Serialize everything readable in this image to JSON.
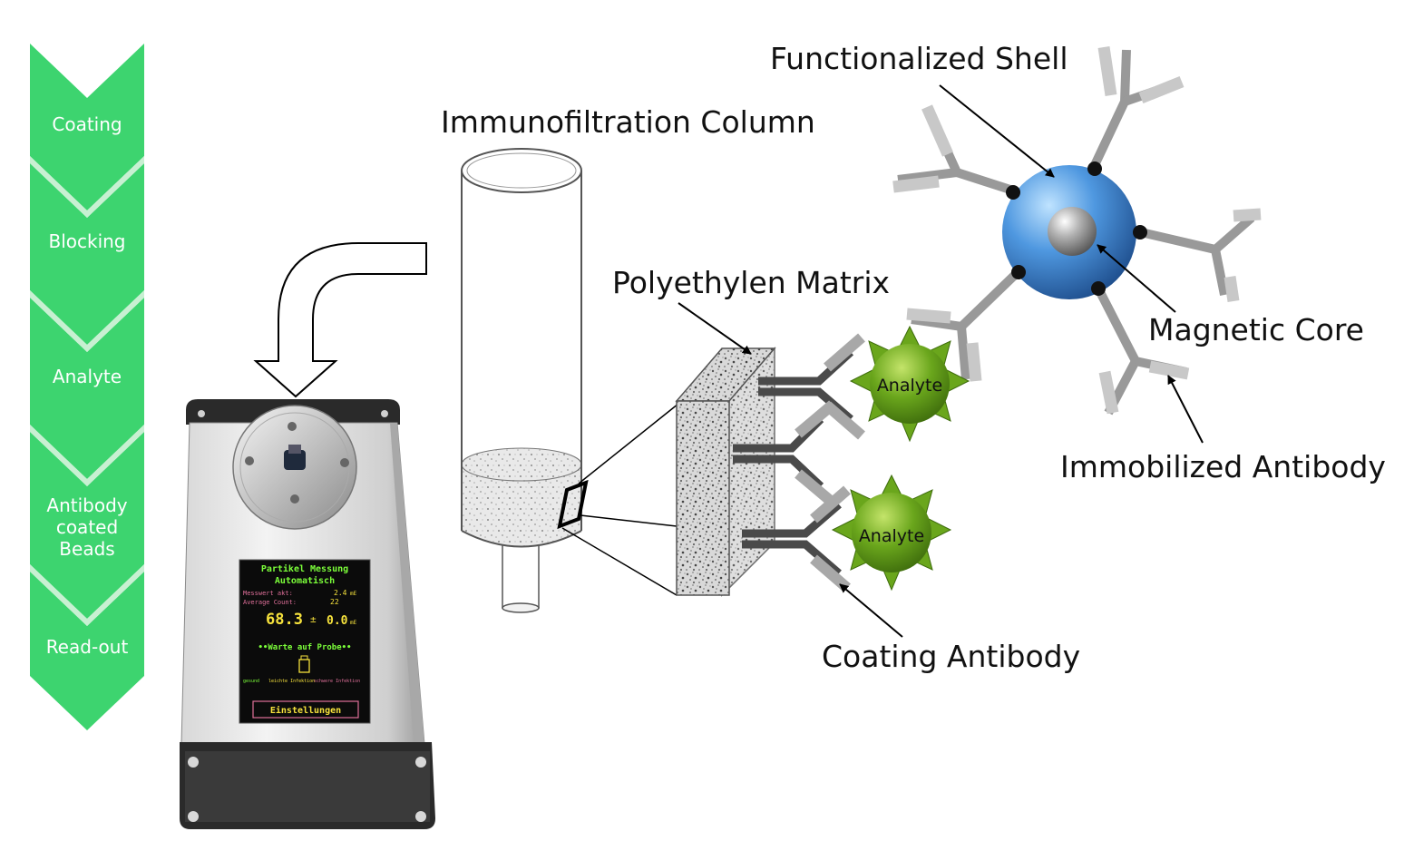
{
  "steps": [
    "Coating",
    "Blocking",
    "Analyte",
    "Antibody coated Beads",
    "Read-out"
  ],
  "labels": {
    "functionalized_shell": "Functionalized Shell",
    "immunofiltration_column": "Immunofiltration Column",
    "polyethylen_matrix": "Polyethylen Matrix",
    "magnetic_core": "Magnetic Core",
    "immobilized_antibody": "Immobilized Antibody",
    "coating_antibody": "Coating Antibody",
    "analyte": "Analyte"
  },
  "device_screen": {
    "title1": "Partikel Messung",
    "title2": "Automatisch",
    "row1_label": "Messwert akt:",
    "row1_value": "2.4",
    "row1_unit": "mE",
    "row2_label": "Average Count:",
    "row2_value": "22",
    "reading": "68.3",
    "plusminus": "±",
    "deviation": "0.0",
    "reading_unit": "mE",
    "status": "••Warte auf Probe••",
    "legend_healthy": "gesund",
    "legend_light": "leichte Infektion",
    "legend_severe": "schwere Infektion",
    "settings_button": "Einstellungen"
  },
  "colors": {
    "step_green": "#3dd46f",
    "step_green_light": "#c8f0d2",
    "analyte_green": "#6aa61c",
    "bead_blue": "#3d86d6",
    "antibody_dark": "#4a4a4a",
    "antibody_light": "#a8a8a8",
    "screen_bg": "#0b0b0b",
    "screen_green": "#7cff3a",
    "screen_yellow": "#f6e23c",
    "screen_pink": "#e0709a"
  }
}
